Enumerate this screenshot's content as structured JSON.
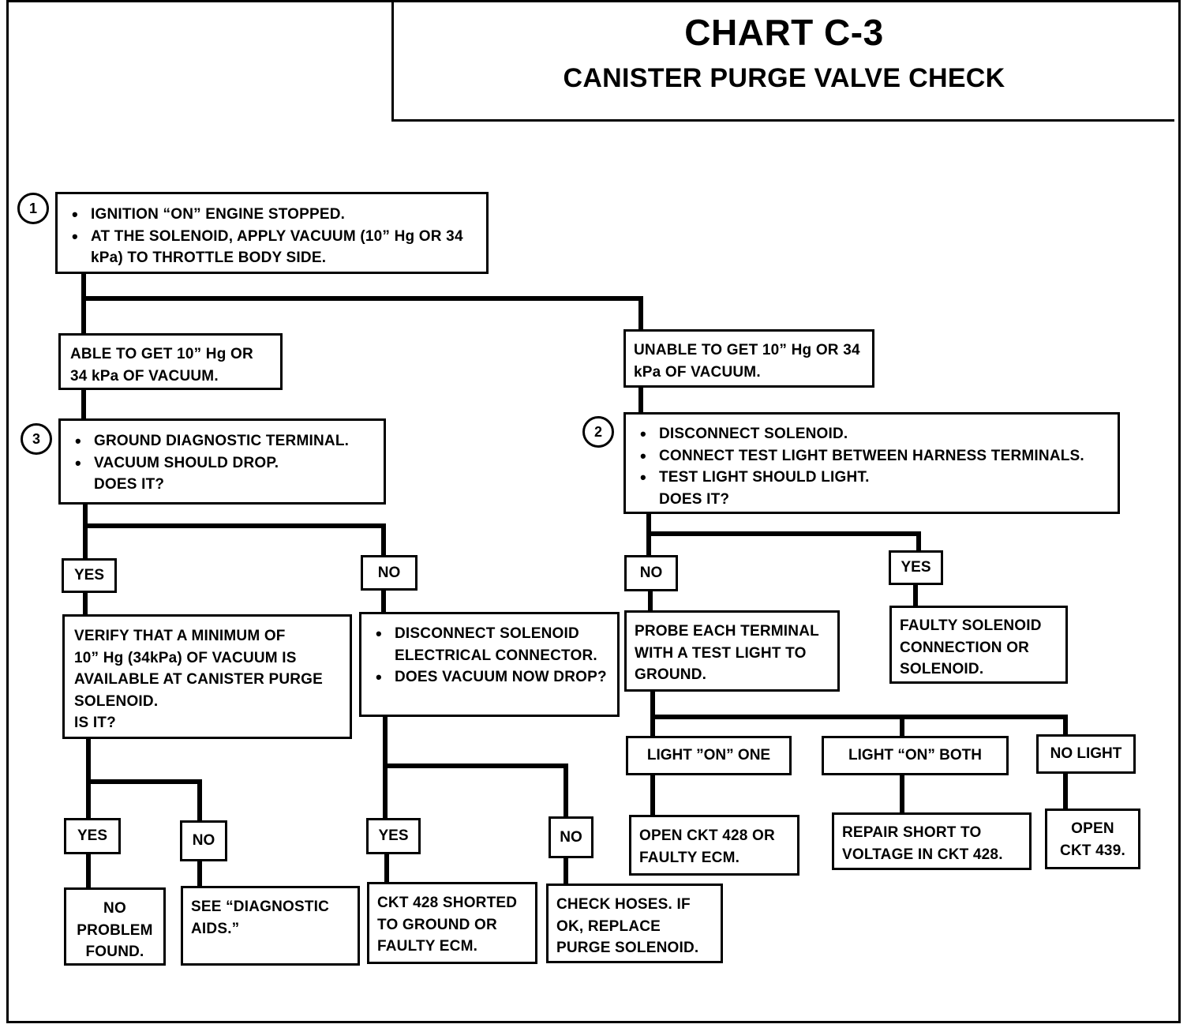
{
  "title": "CHART C-3",
  "subtitle": "CANISTER PURGE VALVE CHECK",
  "steps": {
    "s1": "1",
    "s2": "2",
    "s3": "3"
  },
  "boxes": {
    "start": [
      "IGNITION “ON” ENGINE STOPPED.",
      "AT THE SOLENOID, APPLY VACUUM (10” Hg OR 34 kPa) TO THROTTLE BODY SIDE."
    ],
    "able": "ABLE TO GET 10” Hg OR 34 kPa OF VACUUM.",
    "unable": "UNABLE TO GET 10” Hg OR 34 kPa OF VACUUM.",
    "ground_diag": [
      "GROUND DIAGNOSTIC TERMINAL.",
      "VACUUM SHOULD DROP.",
      "DOES IT?"
    ],
    "disconnect_sol": [
      "DISCONNECT SOLENOID.",
      "CONNECT TEST LIGHT BETWEEN HARNESS TERMINALS.",
      "TEST LIGHT SHOULD LIGHT.",
      "DOES IT?"
    ],
    "verify": [
      "VERIFY THAT A MINIMUM OF",
      "10” Hg (34kPa) OF VACUUM IS",
      "AVAILABLE AT CANISTER PURGE",
      "SOLENOID.",
      "IS IT?"
    ],
    "disconnect_elec": [
      "DISCONNECT SOLENOID ELECTRICAL CONNECTOR.",
      "DOES VACUUM NOW DROP?"
    ],
    "probe": [
      "PROBE EACH TERMINAL",
      "WITH A TEST LIGHT TO",
      "GROUND."
    ],
    "faulty_sol": [
      "FAULTY SOLENOID",
      "CONNECTION OR",
      "SOLENOID."
    ],
    "no_problem": [
      "NO",
      "PROBLEM",
      "FOUND."
    ],
    "see_aids": [
      "SEE “DIAGNOSTIC",
      "AIDS.”"
    ],
    "ckt428_shorted": [
      "CKT 428 SHORTED",
      "TO GROUND OR",
      "FAULTY ECM."
    ],
    "check_hoses": [
      "CHECK HOSES.  IF",
      "OK, REPLACE",
      "PURGE SOLENOID."
    ],
    "open_428": [
      "OPEN CKT 428 OR",
      "FAULTY ECM."
    ],
    "repair_short": [
      "REPAIR SHORT TO",
      "VOLTAGE IN CKT 428."
    ],
    "open_439": [
      "OPEN",
      "CKT 439."
    ]
  },
  "labels": {
    "yes": "YES",
    "no": "NO",
    "light_one": "LIGHT ”ON” ONE",
    "light_both": "LIGHT “ON” BOTH",
    "no_light": "NO LIGHT"
  }
}
